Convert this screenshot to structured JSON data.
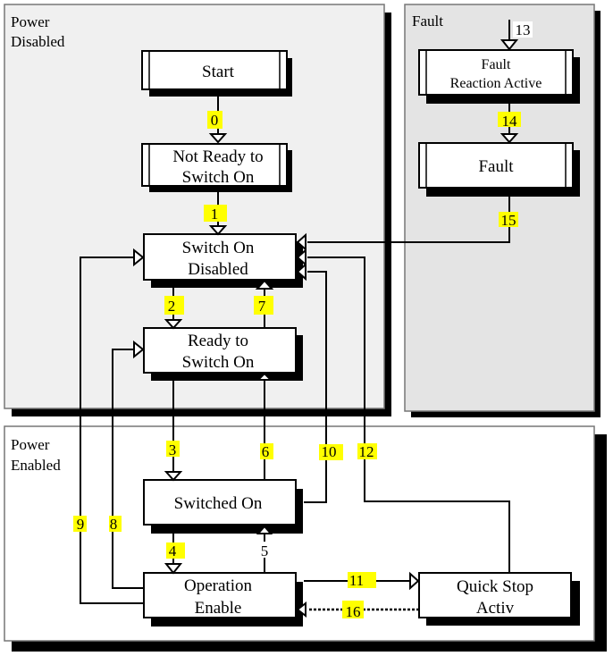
{
  "regions": {
    "power_disabled": [
      "Power",
      "Disabled"
    ],
    "fault": "Fault",
    "power_enabled": [
      "Power",
      "Enabled"
    ]
  },
  "states": {
    "start": [
      "Start"
    ],
    "not_ready": [
      "Not Ready to",
      "Switch On"
    ],
    "switch_on_disabled": [
      "Switch On",
      "Disabled"
    ],
    "ready": [
      "Ready to",
      "Switch On"
    ],
    "switched_on": [
      "Switched On"
    ],
    "operation_enable": [
      "Operation",
      "Enable"
    ],
    "quick_stop": [
      "Quick Stop",
      "Activ"
    ],
    "fault_reaction": [
      "Fault",
      "Reaction Active"
    ],
    "fault": [
      "Fault"
    ]
  },
  "transitions": {
    "t0": "0",
    "t1": "1",
    "t2": "2",
    "t3": "3",
    "t4": "4",
    "t5": "5",
    "t6": "6",
    "t7": "7",
    "t8": "8",
    "t9": "9",
    "t10": "10",
    "t11": "11",
    "t12": "12",
    "t13": "13",
    "t14": "14",
    "t15": "15",
    "t16": "16"
  },
  "colors": {
    "highlight": "#ffff00",
    "region_disabled_bg": "#f0f0f0",
    "region_fault_bg": "#e4e4e4",
    "region_enabled_bg": "#ffffff"
  }
}
